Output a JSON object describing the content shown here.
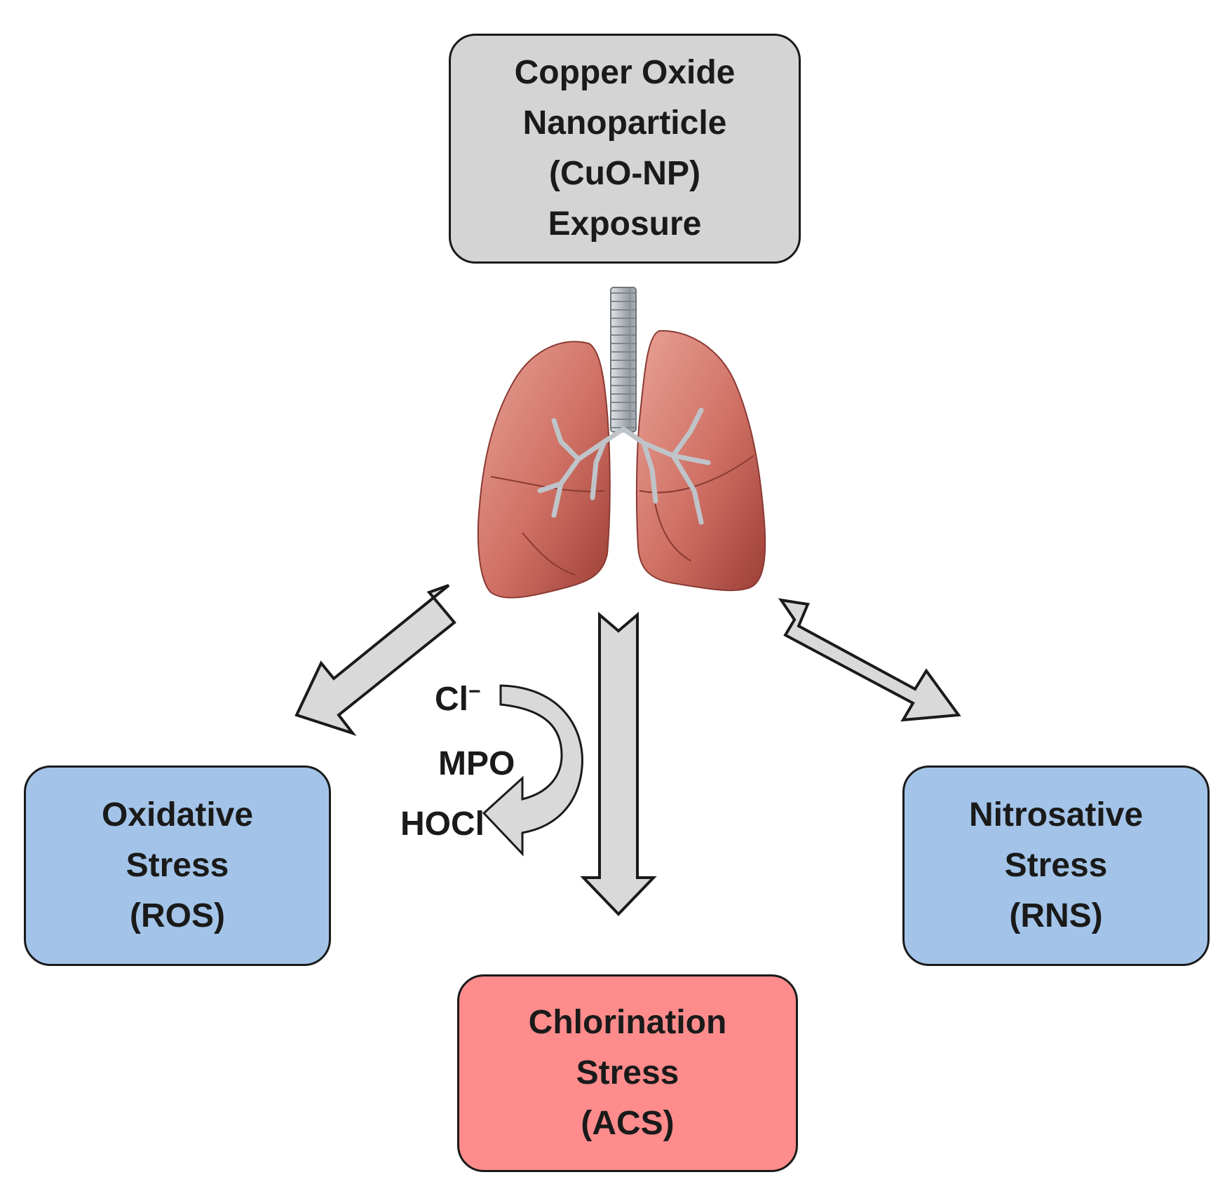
{
  "top_box": {
    "lines": [
      "Copper Oxide",
      "Nanoparticle",
      "(CuO-NP)",
      "Exposure"
    ],
    "fill": "#d4d4d4"
  },
  "ros_box": {
    "lines": [
      "Oxidative",
      "Stress",
      "(ROS)"
    ],
    "fill": "#a3c4e8"
  },
  "rns_box": {
    "lines": [
      "Nitrosative",
      "Stress",
      "(RNS)"
    ],
    "fill": "#a3c4e8"
  },
  "acs_box": {
    "lines": [
      "Chlorination",
      "Stress",
      "(ACS)"
    ],
    "fill": "#ff8c8c"
  },
  "reaction": {
    "reactant": "Cl",
    "reactant_charge": "−",
    "enzyme": "MPO",
    "product": "HOCl"
  },
  "icons": [
    "lungs-icon",
    "arrow-left-down-icon",
    "arrow-down-icon",
    "arrow-right-down-icon",
    "curved-arrow-icon"
  ],
  "colors": {
    "arrow_fill": "#d9d9d9",
    "lung": "#c9655a",
    "trachea": "#b8bcc0"
  }
}
